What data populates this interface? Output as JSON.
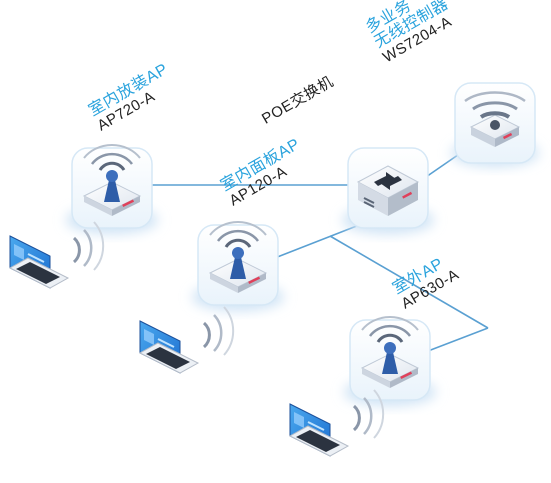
{
  "colors": {
    "label_cn": "#2aa3dd",
    "label_en": "#222222",
    "link": "#5aa0d2",
    "wifi": "#8a96a8",
    "tile_edge": "#d6e8f6",
    "screen": "#2a8fe0"
  },
  "nodes": {
    "controller": {
      "name_line1": "多业务",
      "name_line2": "无线控制器",
      "model": "WS7204-A",
      "icon": "wireless-controller-icon"
    },
    "poe": {
      "name": "POE交换机",
      "icon": "poe-switch-icon"
    },
    "ap_indoor_ceiling": {
      "name": "室内放装AP",
      "model": "AP720-A",
      "icon": "access-point-icon"
    },
    "ap_indoor_panel": {
      "name": "室内面板AP",
      "model": "AP120-A",
      "icon": "access-point-icon"
    },
    "ap_outdoor": {
      "name": "室外AP",
      "model": "AP630-A",
      "icon": "access-point-icon"
    }
  },
  "clients": [
    {
      "icon": "laptop-icon"
    },
    {
      "icon": "laptop-icon"
    },
    {
      "icon": "laptop-icon"
    }
  ]
}
